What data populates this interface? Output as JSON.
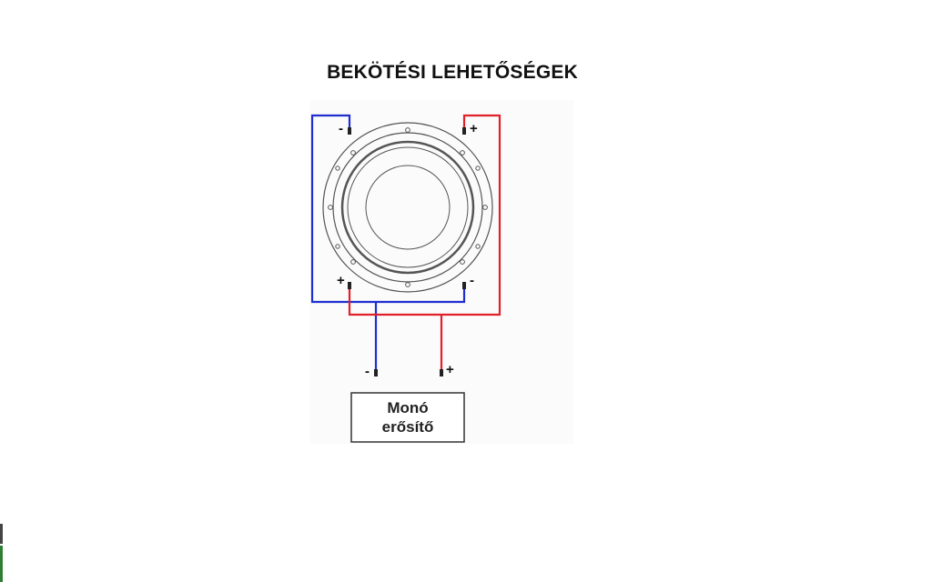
{
  "title": "BEKÖTÉSI LEHETŐSÉGEK",
  "colors": {
    "negative_wire": "#1f2ecf",
    "positive_wire": "#e0202a",
    "speaker_outline": "#555555",
    "background": "#ffffff"
  },
  "speaker": {
    "terminals": {
      "top_left": "-",
      "top_right": "+",
      "bottom_left": "+",
      "bottom_right": "-"
    }
  },
  "amplifier": {
    "label_line1": "Monó",
    "label_line2": "erősítő",
    "terminal_negative": "-",
    "terminal_positive": "+"
  }
}
